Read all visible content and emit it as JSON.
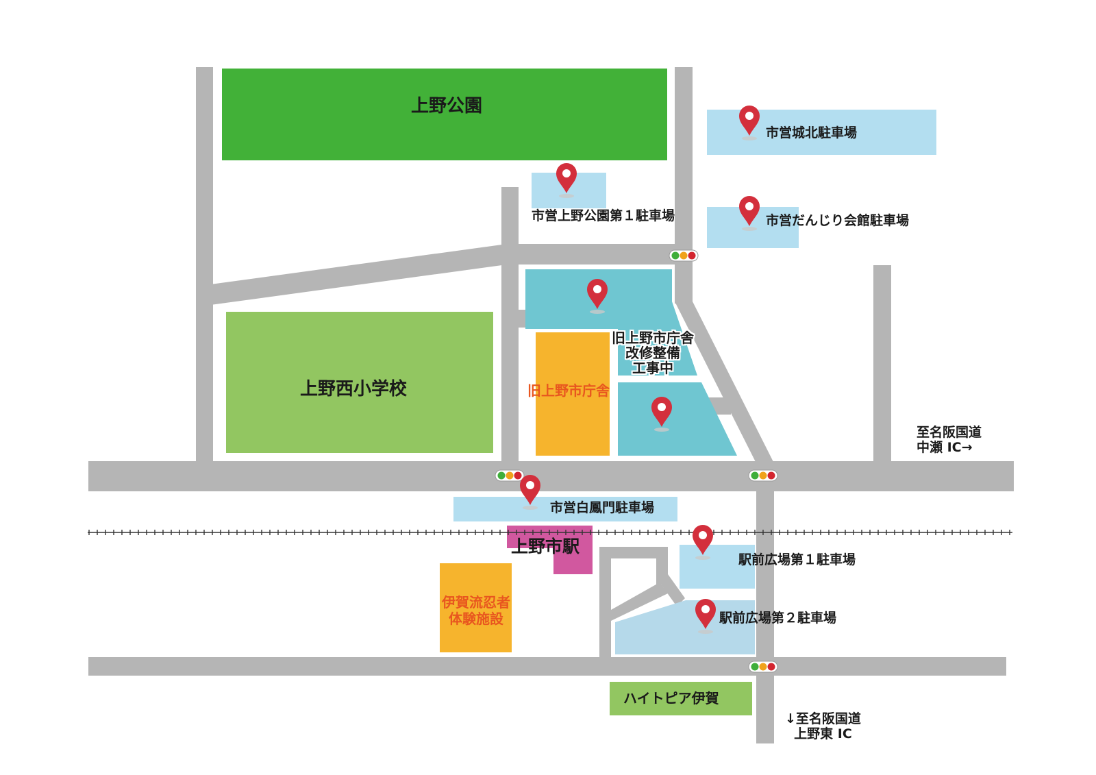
{
  "places": {
    "park": "上野公園",
    "school": "上野西小学校",
    "old_city_hall": "旧上野市庁舎",
    "renovation": [
      "旧上野市庁舎",
      "改修整備",
      "工事中"
    ],
    "station": "上野市駅",
    "ninja": [
      "伊賀流忍者",
      "体験施設"
    ],
    "hightopia": "ハイトピア伊賀"
  },
  "parking": {
    "johoku": "市営城北駐車場",
    "park_lot1": "市営上野公園第１駐車場",
    "danjiri": "市営だんじり会館駐車場",
    "hakuhomon": "市営白鳳門駐車場",
    "ekimae1": "駅前広場第１駐車場",
    "ekimae2": "駅前広場第２駐車場"
  },
  "directions": {
    "nakase": [
      "至名阪国道",
      "中瀬 IC→"
    ],
    "uenohigashi": [
      "↓至名阪国道",
      "上野東 IC"
    ]
  },
  "icons": [
    "map-pin-icon",
    "traffic-light-icon",
    "railway-track"
  ],
  "colors": {
    "road": "#b5b5b5",
    "park_green": "#42b138",
    "school_green": "#92c661",
    "parking_blue": "#b3def0",
    "renovation_teal": "#6fc6d1",
    "old_hall_orange": "#f6b42d",
    "station_magenta": "#d1589f",
    "pin_red": "#d32f3c",
    "label_orange": "#e8561f"
  }
}
